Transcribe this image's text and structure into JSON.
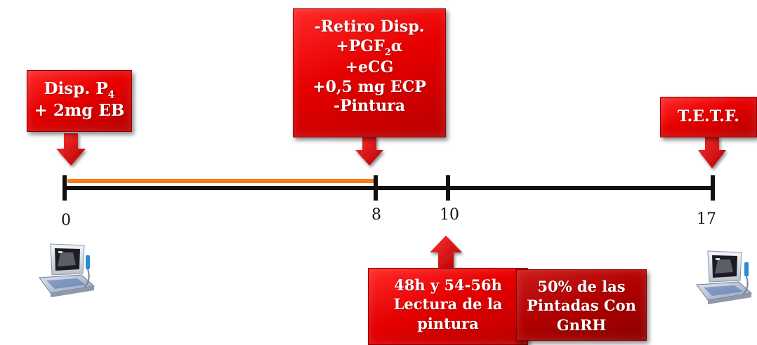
{
  "timeline": {
    "ticks": [
      {
        "label": "0"
      },
      {
        "label": "8"
      },
      {
        "label": "10"
      },
      {
        "label": "17"
      }
    ],
    "colors": {
      "axis": "#111111",
      "progress": "#ff7a1a",
      "box": "#e60000",
      "box_dark": "#b00000"
    }
  },
  "boxes": {
    "start": {
      "line1": "Disp. P",
      "line1_sub": "4",
      "line2": "+ 2mg EB"
    },
    "day8": {
      "line1": "-Retiro Disp.",
      "line2": "+PGF",
      "line2_sub": "2",
      "line2_tail": "α",
      "line3": "+eCG",
      "line4": "+0,5 mg ECP",
      "line5": "-Pintura"
    },
    "day17": {
      "label": "T.E.T.F."
    },
    "day10_reading": {
      "line1": "48h y 54-56h",
      "line2": "Lectura de la",
      "line3": "pintura"
    },
    "day10_gnrh": {
      "line1": "50% de las",
      "line2": "Pintadas Con",
      "line3": "GnRH"
    }
  },
  "icons": {
    "left_device": "ultrasound-machine-icon",
    "right_device": "ultrasound-machine-icon"
  }
}
